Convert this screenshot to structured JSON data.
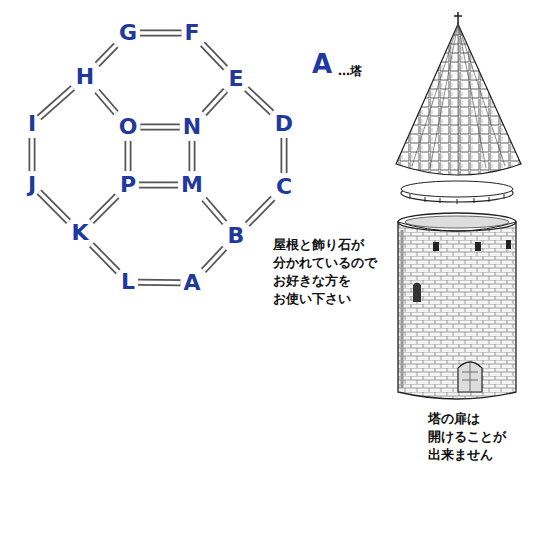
{
  "diagram": {
    "nodes": [
      {
        "text": [
          "G"
        ]
      },
      {
        "text": [
          "F"
        ]
      },
      {
        "text": [
          "H"
        ]
      },
      {
        "text": [
          "E"
        ]
      },
      {
        "text": [
          "I"
        ]
      },
      {
        "text": [
          "O"
        ]
      },
      {
        "text": [
          "N"
        ]
      },
      {
        "text": [
          "D"
        ]
      },
      {
        "text": [
          "J"
        ]
      },
      {
        "text": [
          "P"
        ]
      },
      {
        "text": [
          "M"
        ]
      },
      {
        "text": [
          "C"
        ]
      },
      {
        "text": [
          "K"
        ]
      },
      {
        "text": [
          "B"
        ]
      },
      {
        "text": [
          "L"
        ]
      },
      {
        "text": [
          "A"
        ]
      }
    ],
    "edges": [
      {
        "from": 0,
        "to": 1,
        "arrow": "none"
      },
      {
        "from": 0,
        "to": 2,
        "arrow": "none"
      },
      {
        "from": 1,
        "to": 3,
        "arrow": "none"
      },
      {
        "from": 2,
        "to": 4,
        "arrow": "none"
      },
      {
        "from": 2,
        "to": 5,
        "arrow": "none"
      },
      {
        "from": 3,
        "to": 6,
        "arrow": "none"
      },
      {
        "from": 3,
        "to": 7,
        "arrow": "none"
      },
      {
        "from": 4,
        "to": 8,
        "arrow": "none"
      },
      {
        "from": 5,
        "to": 6,
        "arrow": "none"
      },
      {
        "from": 5,
        "to": 9,
        "arrow": "none"
      },
      {
        "from": 6,
        "to": 10,
        "arrow": "none"
      },
      {
        "from": 9,
        "to": 10,
        "arrow": "none"
      },
      {
        "from": 7,
        "to": 11,
        "arrow": "none"
      },
      {
        "from": 8,
        "to": 12,
        "arrow": "none"
      },
      {
        "from": 9,
        "to": 12,
        "arrow": "none"
      },
      {
        "from": 10,
        "to": 13,
        "arrow": "none"
      },
      {
        "from": 11,
        "to": 13,
        "arrow": "none"
      },
      {
        "from": 12,
        "to": 14,
        "arrow": "none"
      },
      {
        "from": 14,
        "to": 15,
        "arrow": "none"
      },
      {
        "from": 15,
        "to": 13,
        "arrow": "none"
      }
    ],
    "labels": [
      "A",
      "…塔",
      "屋根と飾り石が 分かれているので お好きな方を お使い下さい",
      "塔の扉は 開けることが 出来ません"
    ]
  }
}
